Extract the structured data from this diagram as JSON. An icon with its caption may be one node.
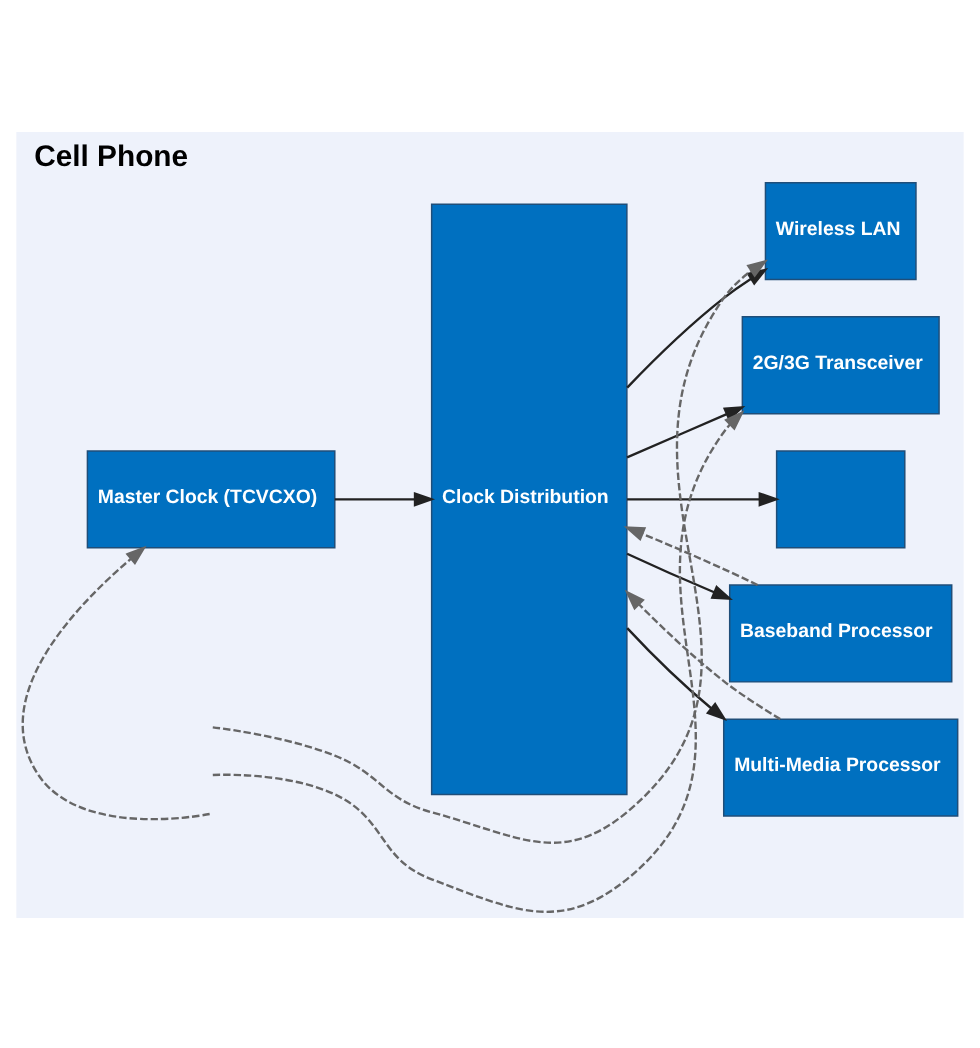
{
  "diagram": {
    "title": "Cell Phone",
    "nodes": [
      {
        "text": [
          "Master Clock (TCVCXO)"
        ]
      },
      {
        "text": [
          "Clock Distribution"
        ]
      },
      {
        "text": [
          "Wireless LAN"
        ]
      },
      {
        "text": [
          "2G/3G Transceiver"
        ]
      },
      {
        "text": [],
        "shape": "box"
      },
      {
        "text": [
          "Baseband Processor"
        ]
      },
      {
        "text": [
          "Multi-Media Processor"
        ]
      }
    ],
    "edges": [
      {
        "from": 0,
        "to": 1,
        "arrow": "to"
      },
      {
        "from": 1,
        "to": 2,
        "arrow": "to"
      },
      {
        "from": 1,
        "to": 3,
        "arrow": "to"
      },
      {
        "from": 1,
        "to": 4,
        "arrow": "to"
      },
      {
        "from": 1,
        "to": 5,
        "arrow": "to"
      },
      {
        "from": 1,
        "to": 6,
        "arrow": "to"
      },
      {
        "from": 5,
        "to": 1,
        "arrow": "to",
        "style": "dashed",
        "color": "#666666"
      },
      {
        "from": 6,
        "to": 1,
        "arrow": "to",
        "style": "dashed",
        "color": "#666666"
      },
      {
        "from": null,
        "to": 2,
        "arrow": "to",
        "style": "dashed",
        "color": "#666666"
      },
      {
        "from": null,
        "to": 3,
        "arrow": "to",
        "style": "dashed",
        "color": "#666666"
      },
      {
        "from": null,
        "to": 0,
        "arrow": "to",
        "style": "dashed",
        "color": "#666666"
      }
    ]
  }
}
